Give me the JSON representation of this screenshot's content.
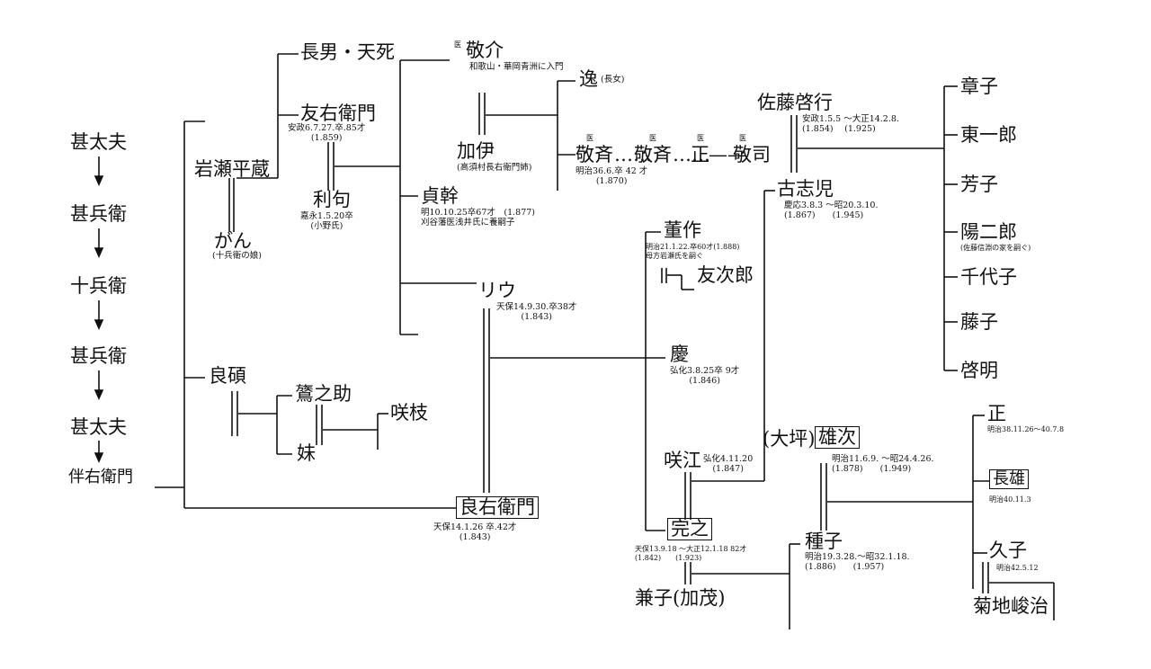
{
  "lineage": [
    "甚太夫",
    "甚兵衛",
    "十兵衛",
    "甚兵衛",
    "甚太夫",
    "伴右衛門"
  ],
  "persons": {
    "iwase_heizo": "岩瀬平蔵",
    "gan": "がん",
    "gan_note": "(十兵衛の娘)",
    "chonan": "長男・天死",
    "tomouemon": "友右衛門",
    "tomouemon_dates": "安政6.7.27.卒.85才\n(1.859)",
    "rikun": "利句",
    "rikun_dates": "嘉永1.5.20卒\n(小野氏)",
    "keisuke": "敬介",
    "keisuke_prefix": "医",
    "keisuke_note": "和歌山・華岡青洲に入門",
    "itsu": "逸",
    "itsu_note": "(長女)",
    "kai": "加伊",
    "kai_note": "(高須村長右衛門姉)",
    "keisai1": "敬斉",
    "keisai2": "敬斉",
    "tadashi_doc": "正",
    "keiji": "敬司",
    "doctor_mark": "医",
    "dots1": "……",
    "dots2": "……",
    "dash": "——",
    "keisai_dates": "明治36.6.卒 42 才\n(1.870)",
    "teikan": "貞幹",
    "teikan_dates": "明10.10.25卒67才　(1.877)\n刈谷藩医浅井氏に養嗣子",
    "ryo": "リウ",
    "ryo_dates": "天保14.9.30.卒38才\n(1.843)",
    "ryoseki": "良碩",
    "mukonosuke": "鷟之助",
    "imoto": "妹",
    "sakie": "咲枝",
    "ryouemon": "良右衛門",
    "ryouemon_dates": "天保14.1.26 卒.42才\n(1.843)",
    "kinsaku": "董作",
    "kinsaku_dates": "明治21.1.22.卒60才(1.888)\n母方岩瀬氏を嗣ぐ",
    "tomojiro": "友次郎",
    "kei": "慶",
    "kei_dates": "弘化3.8.25卒 9才\n(1.846)",
    "sakie2": "咲江",
    "sakie2_dates": "弘化4.11.20\n(1.847)",
    "kanno": "完之",
    "kanno_dates": "天保13.9.18 ～大正12.1.18 82才\n(1.842)　　(1.923)",
    "kaneko": "兼子(加茂)",
    "sato_keiko": "佐藤啓行",
    "sato_dates": "安政1.5.5 ～大正14.2.8.\n(1.854)　 (1.925)",
    "koshiji": "古志児",
    "koshiji_dates": "慶応3.8.3 ～昭20.3.10.\n(1.867)　　(1.945)",
    "otsubo": "(大坪)",
    "yuji": "雄次",
    "yuji_dates": "明治11.6.9. ～昭24.4.26.\n(1.878)　　(1.949)",
    "taneko": "種子",
    "taneko_dates": "明治19.3.28.～昭32.1.18.\n(1.886)　　(1.957)",
    "tadashi": "正",
    "tadashi_dates": "明治38.11.26～40.7.8",
    "nagao": "長雄",
    "nagao_dates": "明治40.11.3",
    "hisako": "久子",
    "hisako_dates": "明治42.5.12",
    "kikuchi": "菊地峻治",
    "children": [
      "章子",
      "東一郎",
      "芳子",
      "陽二郎",
      "千代子",
      "藤子",
      "啓明"
    ],
    "yojiro_note": "(佐藤信淵の家を嗣ぐ)"
  }
}
